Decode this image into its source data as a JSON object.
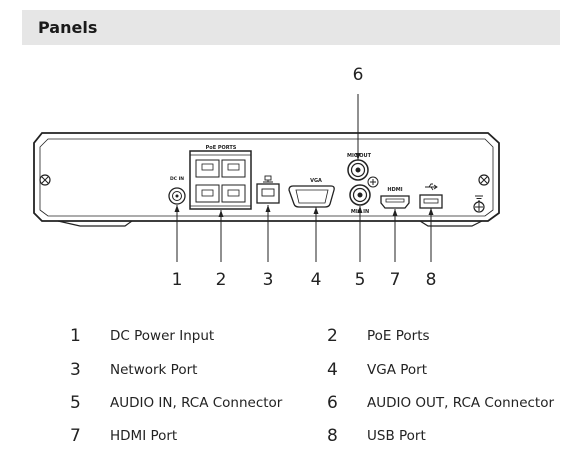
{
  "section": {
    "title": "Panels"
  },
  "panel": {
    "poe_header": "PoE PORTS",
    "dc_label": "DC IN",
    "vga_label": "VGA",
    "mic_out_label": "MIC OUT",
    "mic_in_label": "MIC IN",
    "hdmi_label": "HDMI"
  },
  "callouts": [
    "1",
    "2",
    "3",
    "4",
    "5",
    "7",
    "8",
    "6"
  ],
  "legend": [
    {
      "num": "1",
      "label": "DC Power Input"
    },
    {
      "num": "2",
      "label": "PoE Ports"
    },
    {
      "num": "3",
      "label": "Network Port"
    },
    {
      "num": "4",
      "label": "VGA Port"
    },
    {
      "num": "5",
      "label": "AUDIO IN, RCA Connector"
    },
    {
      "num": "6",
      "label": "AUDIO OUT, RCA Connector"
    },
    {
      "num": "7",
      "label": "HDMI Port"
    },
    {
      "num": "8",
      "label": "USB Port"
    }
  ]
}
